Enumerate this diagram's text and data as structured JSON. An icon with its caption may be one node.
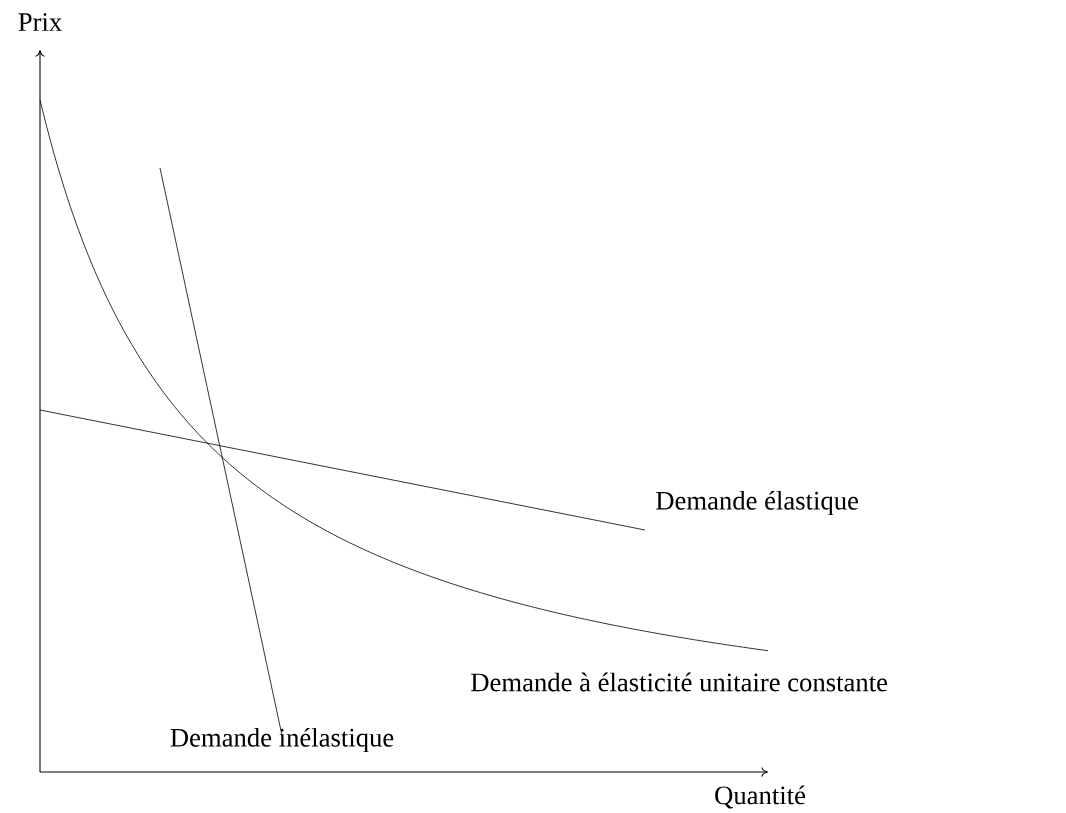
{
  "diagram": {
    "labels": [
      "Prix",
      "Demande élastique",
      "Demande à élasticité unitaire constante",
      "Demande inélastique",
      "Quantité"
    ]
  }
}
